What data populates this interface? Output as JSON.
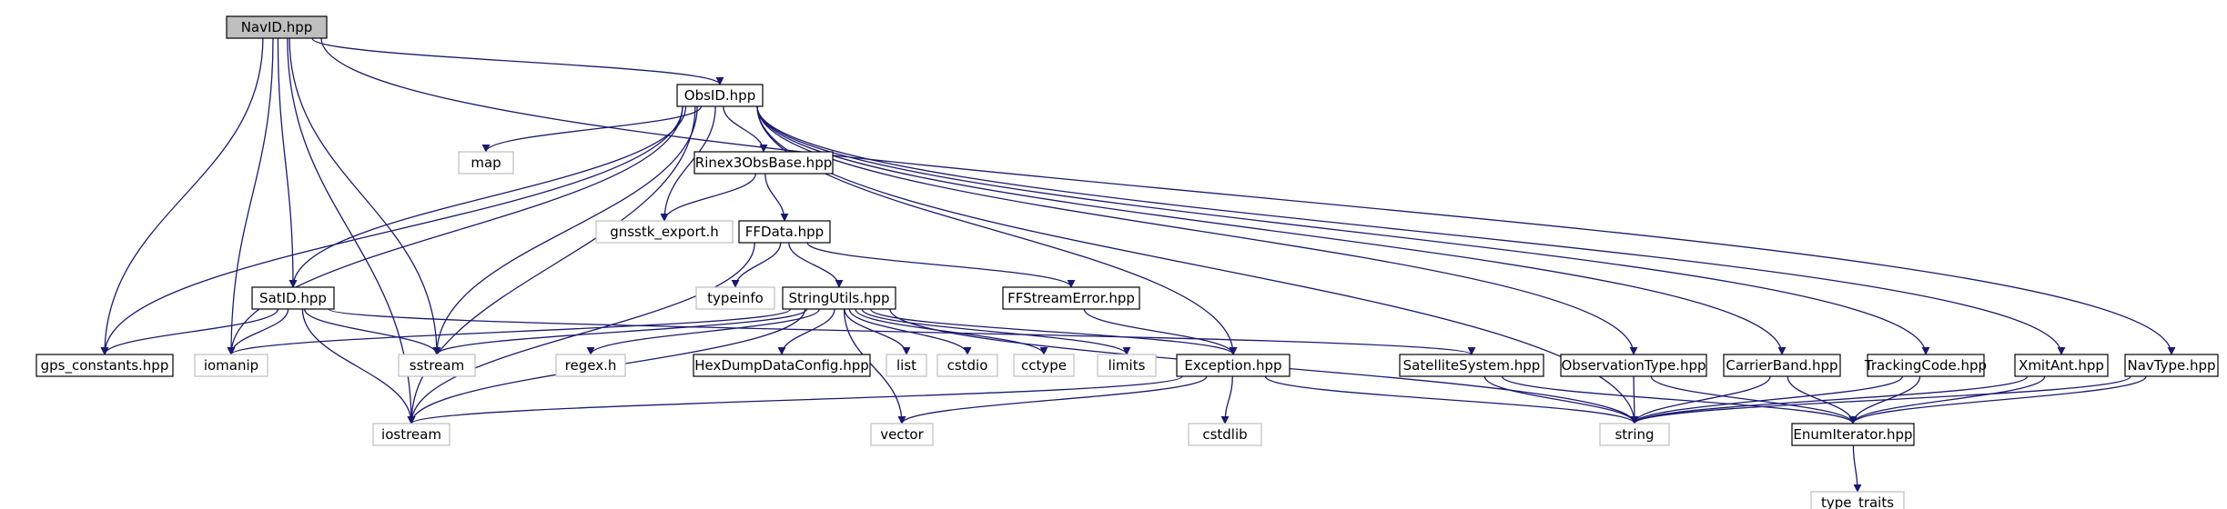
{
  "colors": {
    "edge": "#191970",
    "root_fill": "#bfbfbf",
    "local_border": "#000000",
    "system_border": "#bfbfbf",
    "text": "#000000",
    "background": "#ffffff"
  },
  "nodes": [
    {
      "id": "navid",
      "label": "NavID.hpp",
      "kind": "root"
    },
    {
      "id": "obsid",
      "label": "ObsID.hpp",
      "kind": "local"
    },
    {
      "id": "map",
      "label": "map",
      "kind": "system"
    },
    {
      "id": "rinex3",
      "label": "Rinex3ObsBase.hpp",
      "kind": "local"
    },
    {
      "id": "gnsstk_export",
      "label": "gnsstk_export.h",
      "kind": "system"
    },
    {
      "id": "ffdata",
      "label": "FFData.hpp",
      "kind": "local"
    },
    {
      "id": "typeinfo",
      "label": "typeinfo",
      "kind": "system"
    },
    {
      "id": "stringutils",
      "label": "StringUtils.hpp",
      "kind": "local"
    },
    {
      "id": "ffstreamerror",
      "label": "FFStreamError.hpp",
      "kind": "local"
    },
    {
      "id": "satid",
      "label": "SatID.hpp",
      "kind": "local"
    },
    {
      "id": "gps_constants",
      "label": "gps_constants.hpp",
      "kind": "local"
    },
    {
      "id": "iomanip",
      "label": "iomanip",
      "kind": "system"
    },
    {
      "id": "sstream",
      "label": "sstream",
      "kind": "system"
    },
    {
      "id": "regex",
      "label": "regex.h",
      "kind": "system"
    },
    {
      "id": "hexdump",
      "label": "HexDumpDataConfig.hpp",
      "kind": "local"
    },
    {
      "id": "list",
      "label": "list",
      "kind": "system"
    },
    {
      "id": "cstdio",
      "label": "cstdio",
      "kind": "system"
    },
    {
      "id": "cctype",
      "label": "cctype",
      "kind": "system"
    },
    {
      "id": "limits",
      "label": "limits",
      "kind": "system"
    },
    {
      "id": "exception",
      "label": "Exception.hpp",
      "kind": "local"
    },
    {
      "id": "satsys",
      "label": "SatelliteSystem.hpp",
      "kind": "local"
    },
    {
      "id": "obstype",
      "label": "ObservationType.hpp",
      "kind": "local"
    },
    {
      "id": "carrierband",
      "label": "CarrierBand.hpp",
      "kind": "local"
    },
    {
      "id": "trackingcode",
      "label": "TrackingCode.hpp",
      "kind": "local"
    },
    {
      "id": "xmitant",
      "label": "XmitAnt.hpp",
      "kind": "local"
    },
    {
      "id": "navtype",
      "label": "NavType.hpp",
      "kind": "local"
    },
    {
      "id": "iostream",
      "label": "iostream",
      "kind": "system"
    },
    {
      "id": "vector",
      "label": "vector",
      "kind": "system"
    },
    {
      "id": "cstdlib",
      "label": "cstdlib",
      "kind": "system"
    },
    {
      "id": "string",
      "label": "string",
      "kind": "system"
    },
    {
      "id": "enumiterator",
      "label": "EnumIterator.hpp",
      "kind": "local"
    },
    {
      "id": "type_traits",
      "label": "type_traits",
      "kind": "system"
    }
  ],
  "edges": [
    [
      "navid",
      "obsid"
    ],
    [
      "navid",
      "navtype"
    ],
    [
      "navid",
      "satid"
    ],
    [
      "navid",
      "gps_constants"
    ],
    [
      "navid",
      "iomanip"
    ],
    [
      "navid",
      "sstream"
    ],
    [
      "navid",
      "iostream"
    ],
    [
      "obsid",
      "map"
    ],
    [
      "obsid",
      "rinex3"
    ],
    [
      "obsid",
      "gnsstk_export"
    ],
    [
      "obsid",
      "satid"
    ],
    [
      "obsid",
      "gps_constants"
    ],
    [
      "obsid",
      "iomanip"
    ],
    [
      "obsid",
      "sstream"
    ],
    [
      "obsid",
      "iostream"
    ],
    [
      "obsid",
      "exception"
    ],
    [
      "obsid",
      "string"
    ],
    [
      "obsid",
      "obstype"
    ],
    [
      "obsid",
      "carrierband"
    ],
    [
      "obsid",
      "trackingcode"
    ],
    [
      "obsid",
      "xmitant"
    ],
    [
      "rinex3",
      "gnsstk_export"
    ],
    [
      "rinex3",
      "ffdata"
    ],
    [
      "ffdata",
      "typeinfo"
    ],
    [
      "ffdata",
      "stringutils"
    ],
    [
      "ffdata",
      "ffstreamerror"
    ],
    [
      "ffdata",
      "iostream"
    ],
    [
      "ffstreamerror",
      "exception"
    ],
    [
      "satid",
      "gps_constants"
    ],
    [
      "satid",
      "iomanip"
    ],
    [
      "satid",
      "sstream"
    ],
    [
      "satid",
      "iostream"
    ],
    [
      "satid",
      "satsys"
    ],
    [
      "stringutils",
      "iomanip"
    ],
    [
      "stringutils",
      "sstream"
    ],
    [
      "stringutils",
      "iostream"
    ],
    [
      "stringutils",
      "regex"
    ],
    [
      "stringutils",
      "hexdump"
    ],
    [
      "stringutils",
      "list"
    ],
    [
      "stringutils",
      "cstdio"
    ],
    [
      "stringutils",
      "cctype"
    ],
    [
      "stringutils",
      "limits"
    ],
    [
      "stringutils",
      "exception"
    ],
    [
      "stringutils",
      "vector"
    ],
    [
      "stringutils",
      "string"
    ],
    [
      "exception",
      "iostream"
    ],
    [
      "exception",
      "vector"
    ],
    [
      "exception",
      "cstdlib"
    ],
    [
      "exception",
      "string"
    ],
    [
      "satsys",
      "string"
    ],
    [
      "satsys",
      "enumiterator"
    ],
    [
      "obstype",
      "string"
    ],
    [
      "obstype",
      "enumiterator"
    ],
    [
      "carrierband",
      "string"
    ],
    [
      "carrierband",
      "enumiterator"
    ],
    [
      "trackingcode",
      "string"
    ],
    [
      "trackingcode",
      "enumiterator"
    ],
    [
      "xmitant",
      "string"
    ],
    [
      "xmitant",
      "enumiterator"
    ],
    [
      "navtype",
      "string"
    ],
    [
      "navtype",
      "enumiterator"
    ],
    [
      "enumiterator",
      "type_traits"
    ]
  ]
}
